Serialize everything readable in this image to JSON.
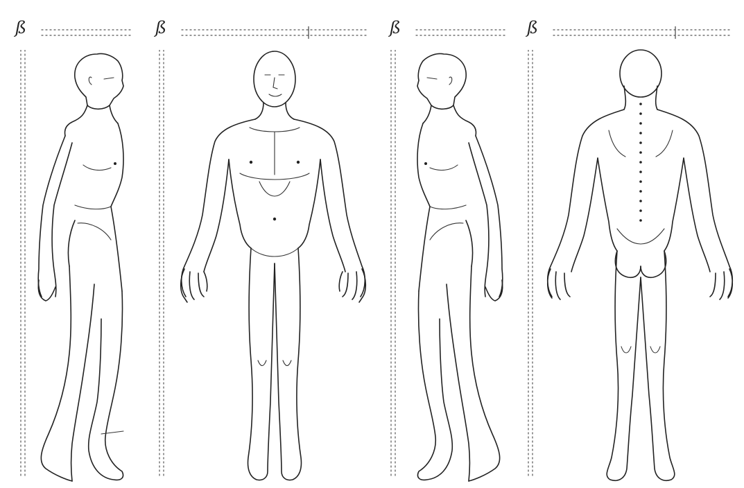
{
  "panels": [
    {
      "view": "side-view",
      "mark": "ß"
    },
    {
      "view": "front-view",
      "mark": "ß"
    },
    {
      "view": "side-view",
      "mark": "ß"
    },
    {
      "view": "back-view",
      "mark": "ß"
    }
  ]
}
